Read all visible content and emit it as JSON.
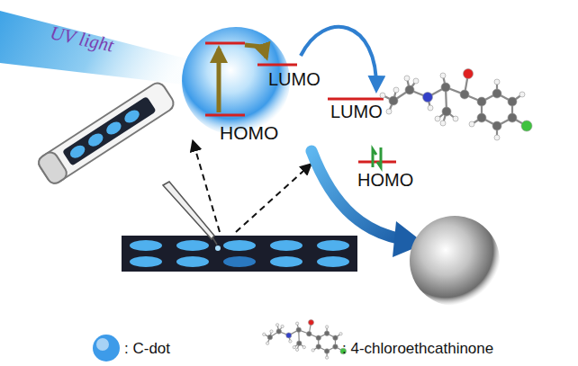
{
  "diagram": {
    "labels": [
      "UV light",
      "LUMO",
      "HOMO",
      "LUMO",
      "HOMO"
    ],
    "legend": [
      {
        "text": ": C-dot",
        "color": "#3d9be9"
      },
      {
        "text": ": 4-chloroethcathinone"
      }
    ]
  }
}
